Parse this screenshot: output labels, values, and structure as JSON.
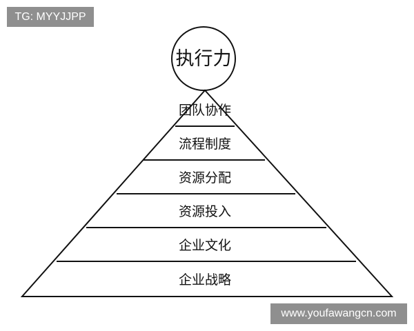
{
  "watermark_top": "TG: MYYJJPP",
  "watermark_bottom": "www.youfawangcn.com",
  "apex": "执行力",
  "levels": [
    "团队协作",
    "流程制度",
    "资源分配",
    "资源投入",
    "企业文化",
    "企业战略"
  ]
}
